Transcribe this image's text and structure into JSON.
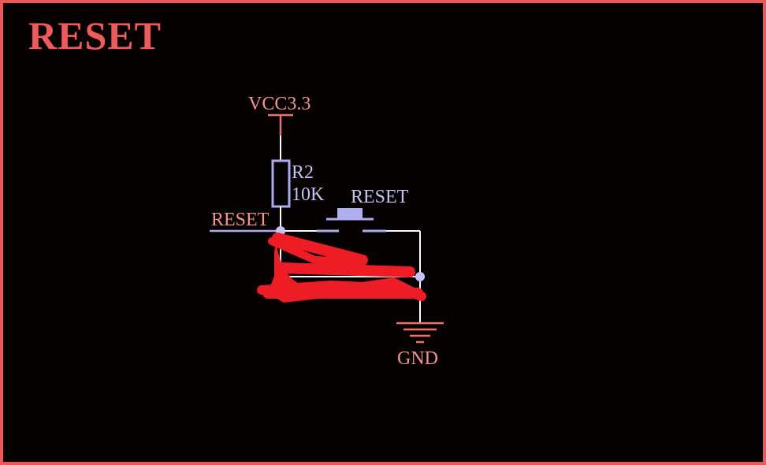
{
  "sheet": {
    "title": "RESET",
    "frame_color": "#e85a5a",
    "background_color": "#060202"
  },
  "labels": {
    "power_net": "VCC3.3",
    "resistor_ref": "R2",
    "resistor_value": "10K",
    "switch_ref": "RESET",
    "net_label": "RESET",
    "ground_net": "GND"
  },
  "colors": {
    "wire": "#ffffff",
    "component": "#aaaaf0",
    "power_symbol": "#f07070",
    "power_text": "#f2948f",
    "junction": "#c4c4f4",
    "redaction": "#ee1c24"
  },
  "icons": {
    "power": "power-port-icon",
    "resistor": "resistor-icon",
    "switch": "push-button-icon",
    "ground": "ground-icon",
    "junction": "junction-dot-icon"
  }
}
